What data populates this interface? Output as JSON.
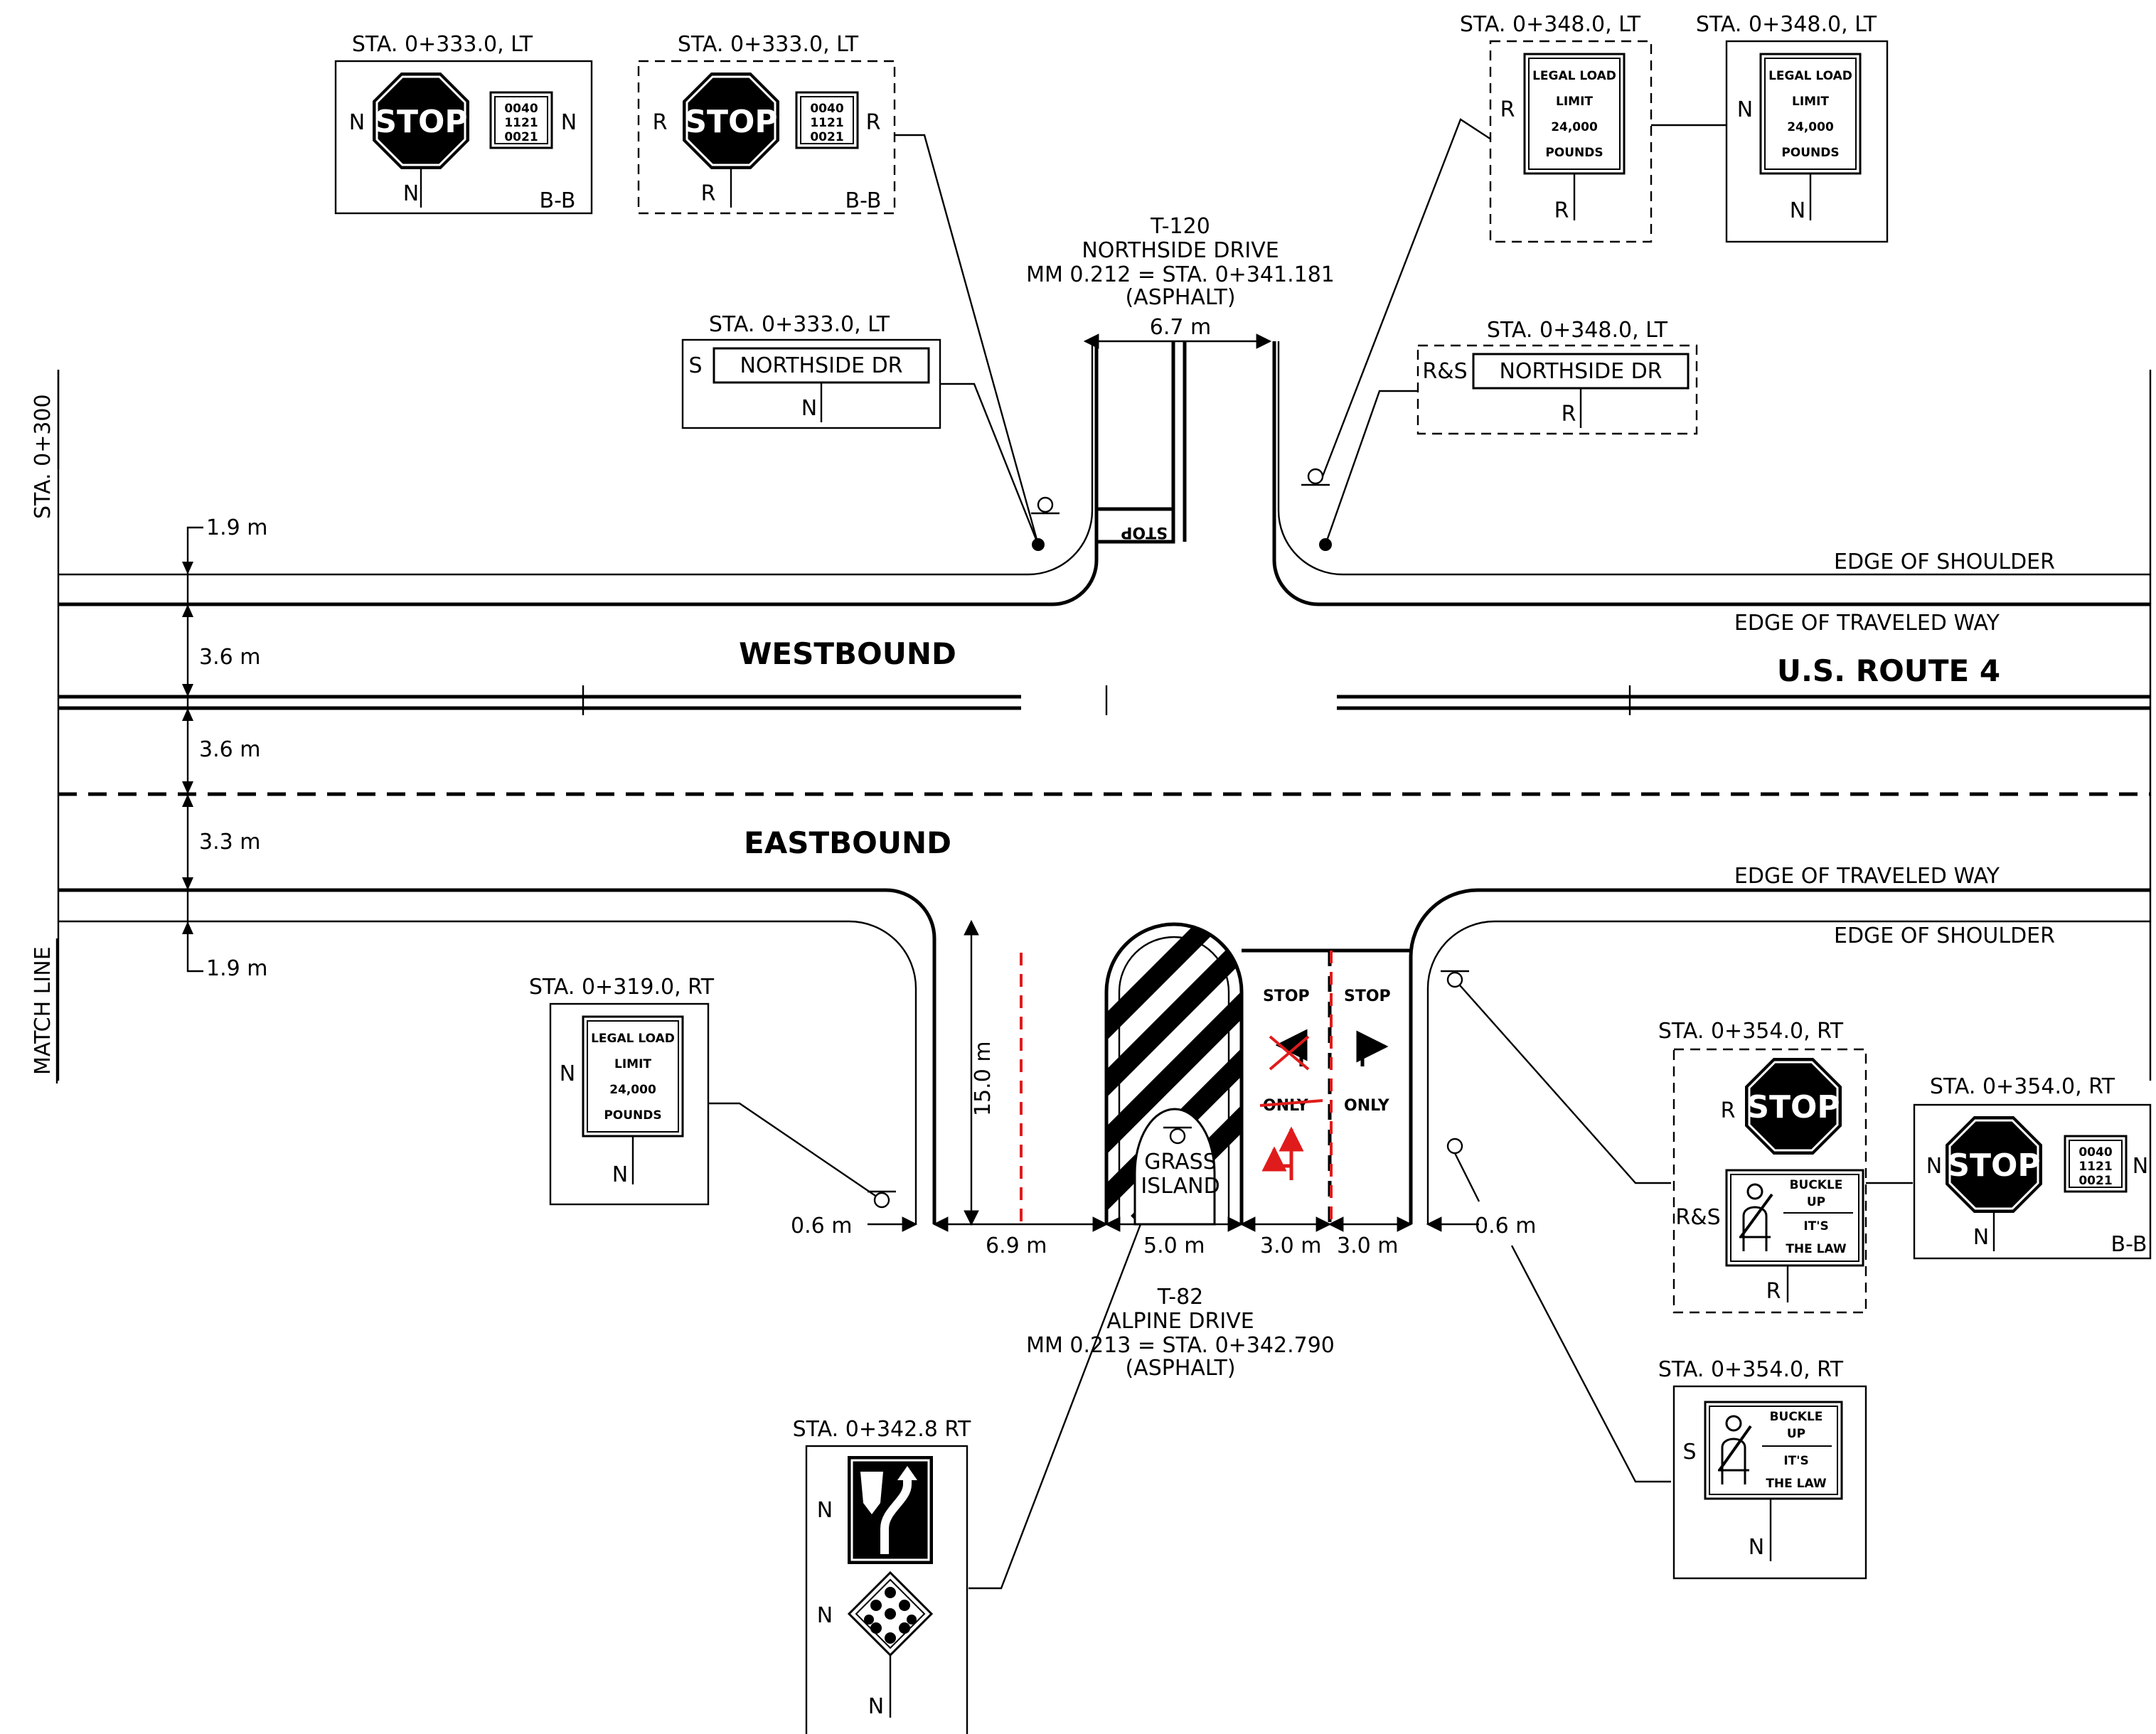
{
  "road": {
    "route": "U.S. ROUTE 4",
    "westbound": "WESTBOUND",
    "eastbound": "EASTBOUND",
    "edge_shoulder": "EDGE OF SHOULDER",
    "edge_traveled": "EDGE OF TRAVELED WAY",
    "station_300": "STA. 0+300",
    "match_line": "MATCH LINE"
  },
  "dims": {
    "shoulder_n": "1.9 m",
    "lane_wb": "3.6 m",
    "lane_mid": "3.6 m",
    "lane_eb": "3.3 m",
    "shoulder_s": "1.9 m",
    "north_width": "6.7 m",
    "south_left": "6.9 m",
    "island": "5.0 m",
    "lane_a": "3.0 m",
    "lane_b": "3.0 m",
    "offset_left": "0.6 m",
    "offset_right": "0.6 m",
    "length": "15.0 m"
  },
  "north_road": {
    "id": "T-120",
    "name": "NORTHSIDE DRIVE",
    "mm": "MM 0.212 = STA. 0+341.181",
    "surface": "(ASPHALT)",
    "stop_text": "STOP"
  },
  "south_road": {
    "id": "T-82",
    "name": "ALPINE DRIVE",
    "mm": "MM 0.213 = STA. 0+342.790",
    "surface": "(ASPHALT)",
    "island_l1": "GRASS",
    "island_l2": "ISLAND",
    "stop_l": "STOP",
    "stop_r": "STOP",
    "only_l": "ONLY",
    "only_r": "ONLY"
  },
  "signs": {
    "s1": {
      "sta": "STA. 0+333.0, LT",
      "stop": "STOP",
      "plate1": "0040",
      "plate2": "1121",
      "plate3": "0021",
      "left": "N",
      "right": "N",
      "post": "N",
      "code": "B-B"
    },
    "s2": {
      "sta": "STA. 0+333.0, LT",
      "stop": "STOP",
      "plate1": "0040",
      "plate2": "1121",
      "plate3": "0021",
      "left": "R",
      "right": "R",
      "post": "R",
      "code": "B-B"
    },
    "s3": {
      "sta": "STA. 0+333.0, LT",
      "left": "S",
      "name": "NORTHSIDE DR",
      "post": "N"
    },
    "s4": {
      "sta": "STA. 0+348.0, LT",
      "left": "R",
      "l1": "LEGAL LOAD",
      "l2": "LIMIT",
      "l3": "24,000",
      "l4": "POUNDS",
      "post": "R"
    },
    "s5": {
      "sta": "STA. 0+348.0, LT",
      "left": "N",
      "l1": "LEGAL LOAD",
      "l2": "LIMIT",
      "l3": "24,000",
      "l4": "POUNDS",
      "post": "N"
    },
    "s6": {
      "sta": "STA. 0+348.0, LT",
      "left": "R&S",
      "name": "NORTHSIDE DR",
      "post": "R"
    },
    "s7": {
      "sta": "STA. 0+319.0, RT",
      "left": "N",
      "l1": "LEGAL LOAD",
      "l2": "LIMIT",
      "l3": "24,000",
      "l4": "POUNDS",
      "post": "N"
    },
    "s8": {
      "sta": "STA. 0+342.8 RT",
      "left1": "N",
      "left2": "N",
      "post": "N"
    },
    "s9": {
      "sta": "STA. 0+354.0, RT",
      "stop": "STOP",
      "left_stop": "R",
      "left_belt": "R&S",
      "b1": "BUCKLE",
      "b2": "UP",
      "b3": "IT'S",
      "b4": "THE LAW",
      "post": "R"
    },
    "s10": {
      "sta": "STA. 0+354.0, RT",
      "stop": "STOP",
      "plate1": "0040",
      "plate2": "1121",
      "plate3": "0021",
      "left": "N",
      "right": "N",
      "post": "N",
      "code": "B-B"
    },
    "s11": {
      "sta": "STA. 0+354.0, RT",
      "left": "S",
      "b1": "BUCKLE",
      "b2": "UP",
      "b3": "IT'S",
      "b4": "THE LAW",
      "post": "N"
    }
  },
  "colors": {
    "line": "#000000",
    "marking_red": "#e01b1b",
    "background": "#ffffff"
  }
}
